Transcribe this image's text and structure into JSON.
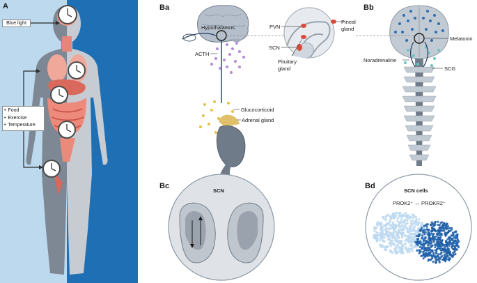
{
  "panels": {
    "a": "A",
    "ba": "Ba",
    "bb": "Bb",
    "bc": "Bc",
    "bd": "Bd"
  },
  "panel_a": {
    "blue_light": "Blue light",
    "cues": [
      "Food",
      "Exercise",
      "Temperature"
    ]
  },
  "panel_ba": {
    "hypothalamus": "Hypothalamus",
    "acth": "ACTH",
    "pvn": "PVN",
    "scn": "SCN",
    "pituitary_gland": [
      "Pituitary",
      "gland"
    ],
    "pineal_gland": [
      "Pineal",
      "gland"
    ],
    "glucocorticoid": "Glucocorticoid",
    "adrenal_gland": "Adrenal gland"
  },
  "panel_bb": {
    "melatonin": "Melatonin",
    "noradrenaline": "Noradrenaline",
    "scg": "SCG"
  },
  "panel_bc": {
    "title": "SCN"
  },
  "panel_bd": {
    "title": "SCN cells",
    "subtitle": "PROK2⁺ ↔ PROKR2⁺"
  },
  "colors": {
    "panel_a_background": "#bcd9ee",
    "panel_a_dark_background": "#1f6fb5",
    "body_grey": "#9aa3ad",
    "organ_red": "#e8857a",
    "acth_purple": "#b58ad6",
    "glucocorticoid_yellow": "#e6c04a",
    "melatonin_blue": "#2d6fb3",
    "noradrenaline_teal": "#66c6c0",
    "prok2_light_blue": "#bcd8f0",
    "prokr2_dark_blue": "#1f5fa8"
  }
}
